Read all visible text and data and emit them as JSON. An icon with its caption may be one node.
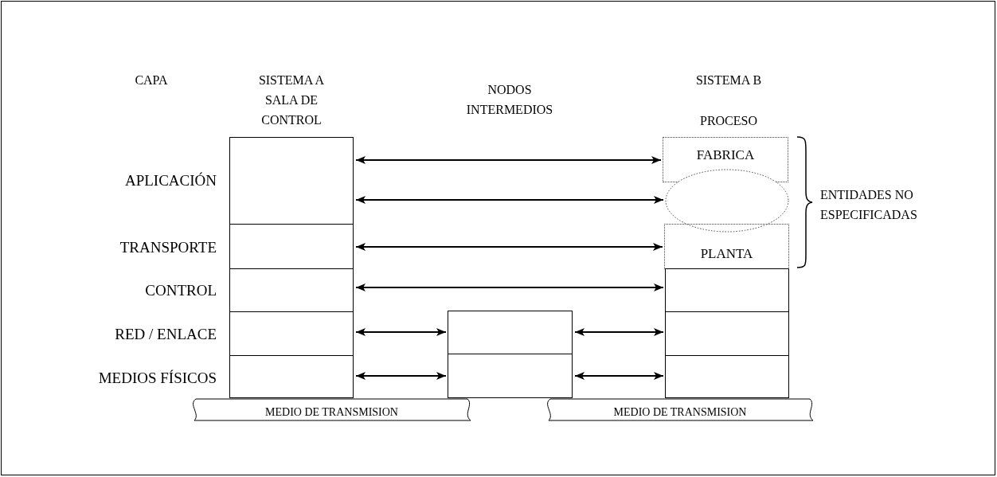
{
  "diagram": {
    "nodes": [
      {
        "text": [],
        "shape": "box"
      },
      {
        "text": [],
        "shape": "box"
      },
      {
        "text": [],
        "shape": "box"
      },
      {
        "text": [],
        "shape": "box"
      },
      {
        "text": [],
        "shape": "box"
      },
      {
        "text": [
          "FABRICA"
        ]
      },
      {
        "text": [],
        "shape": "ellipse"
      },
      {
        "text": [
          "PLANTA"
        ]
      },
      {
        "text": [],
        "shape": "box"
      },
      {
        "text": [],
        "shape": "box"
      },
      {
        "text": [],
        "shape": "box"
      },
      {
        "text": [],
        "shape": "box"
      },
      {
        "text": [],
        "shape": "box"
      },
      {
        "text": [
          "MEDIO DE TRANSMISION"
        ]
      },
      {
        "text": [
          "MEDIO DE TRANSMISION"
        ]
      }
    ],
    "edges": [
      {
        "from": 0,
        "to": 5,
        "arrow": "both"
      },
      {
        "from": 0,
        "to": 6,
        "arrow": "both"
      },
      {
        "from": 1,
        "to": 7,
        "arrow": "both"
      },
      {
        "from": 2,
        "to": 8,
        "arrow": "both"
      },
      {
        "from": 3,
        "to": 11,
        "arrow": "both"
      },
      {
        "from": 11,
        "to": 9,
        "arrow": "both"
      },
      {
        "from": 4,
        "to": 12,
        "arrow": "both"
      },
      {
        "from": 12,
        "to": 10,
        "arrow": "both"
      }
    ],
    "labels": [
      "CAPA",
      "SISTEMA A SALA DE CONTROL",
      "NODOS INTERMEDIOS",
      "SISTEMA B",
      "PROCESO",
      "APLICACIÓN",
      "ENTIDADES NO ESPECIFICADAS",
      "TRANSPORTE",
      "CONTROL",
      "RED / ENLACE",
      "MEDIOS FÍSICOS"
    ]
  }
}
